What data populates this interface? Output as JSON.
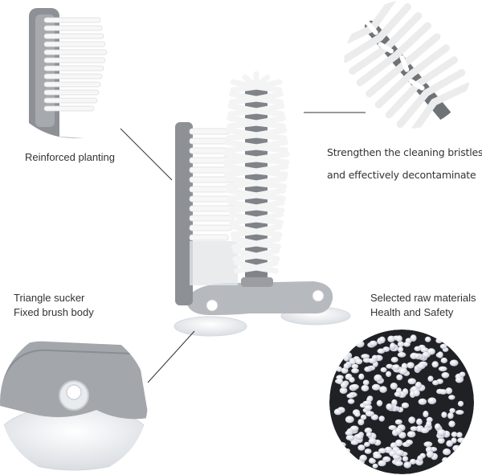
{
  "callouts": {
    "reinforced_planting": "Reinforced planting",
    "strengthen_line1": "Strengthen the cleaning bristles",
    "strengthen_line2": "and effectively decontaminate",
    "triangle_line1": "Triangle sucker",
    "triangle_line2": "Fixed brush body",
    "selected_line1": "Selected raw materials",
    "selected_line2": "Health and Safety"
  },
  "colors": {
    "body_grey": "#8d9196",
    "base_grey": "#b9bcc0",
    "bristle_white": "#f7f7f7",
    "line": "#333333"
  }
}
